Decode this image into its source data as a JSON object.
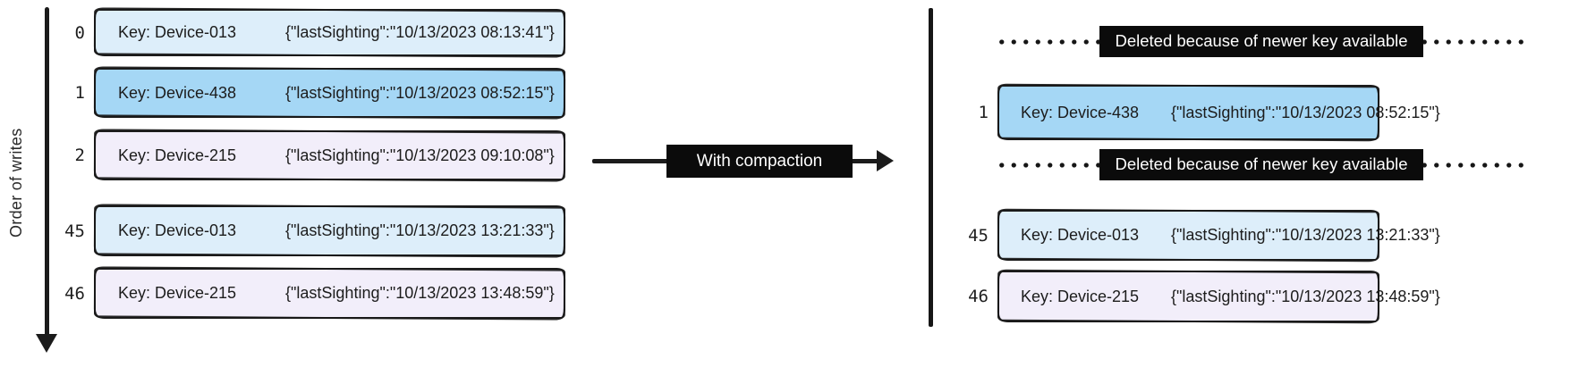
{
  "left_panel": {
    "axis_label": "Order of writes",
    "rows": [
      {
        "order": "0",
        "key": "Key: Device-013",
        "value": "{\"lastSighting\":\"10/13/2023 08:13:41\"}",
        "variant": "lightblue"
      },
      {
        "order": "1",
        "key": "Key: Device-438",
        "value": "{\"lastSighting\":\"10/13/2023 08:52:15\"}",
        "variant": "blue"
      },
      {
        "order": "2",
        "key": "Key: Device-215",
        "value": "{\"lastSighting\":\"10/13/2023 09:10:08\"}",
        "variant": "lavender"
      },
      {
        "order": "45",
        "key": "Key: Device-013",
        "value": "{\"lastSighting\":\"10/13/2023 13:21:33\"}",
        "variant": "lightblue"
      },
      {
        "order": "46",
        "key": "Key: Device-215",
        "value": "{\"lastSighting\":\"10/13/2023 13:48:59\"}",
        "variant": "lavender"
      }
    ]
  },
  "transform_arrow": {
    "label": "With compaction"
  },
  "right_panel": {
    "rows": [
      {
        "type": "deleted",
        "label": "Deleted because of newer key available"
      },
      {
        "type": "record",
        "order": "1",
        "key": "Key: Device-438",
        "value": "{\"lastSighting\":\"10/13/2023 08:52:15\"}",
        "variant": "blue"
      },
      {
        "type": "deleted",
        "label": "Deleted because of newer key available"
      },
      {
        "type": "record",
        "order": "45",
        "key": "Key: Device-013",
        "value": "{\"lastSighting\":\"10/13/2023 13:21:33\"}",
        "variant": "lightblue"
      },
      {
        "type": "record",
        "order": "46",
        "key": "Key: Device-215",
        "value": "{\"lastSighting\":\"10/13/2023 13:48:59\"}",
        "variant": "lavender"
      }
    ]
  },
  "colors": {
    "ink": "#1c1c1c",
    "fill_lightblue": "#ddeefa",
    "fill_blue": "#a5d7f5",
    "fill_lavender": "#f2eefa",
    "label_background": "#0b0b0b",
    "label_text": "#ffffff"
  }
}
